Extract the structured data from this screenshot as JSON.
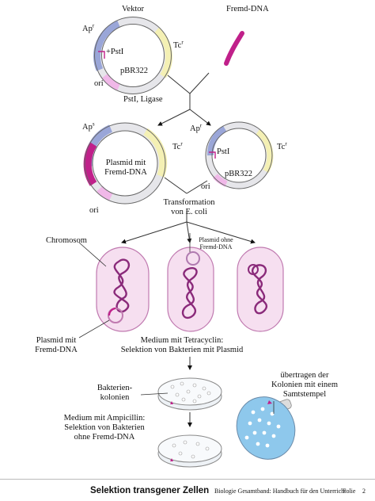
{
  "labels": {
    "vektor": "Vektor",
    "fremd_dna": "Fremd-DNA",
    "ap_r_top": "Ap",
    "ap_r_top_sup": "r",
    "pst1_top": "PstI",
    "tc_r_top": "Tc",
    "tc_r_top_sup": "r",
    "pbr322_top": "pBR322",
    "ori_top": "ori",
    "pst_ligase": "PstI, Ligase",
    "ap_s_left": "Ap",
    "ap_s_left_sup": "s",
    "plasmid_mit_fremd_dna_1": "Plasmid mit",
    "plasmid_mit_fremd_dna_2": "Fremd-DNA",
    "tc_r_left": "Tc",
    "tc_r_left_sup": "r",
    "ori_left": "ori",
    "ap_r_right": "Ap",
    "ap_r_right_sup": "r",
    "tc_r_right": "Tc",
    "tc_r_right_sup": "r",
    "pst1_right": "PstI",
    "pbr322_right": "pBR322",
    "ori_right": "ori",
    "transformation_1": "Transformation",
    "transformation_2": "von E. coli",
    "chromosom": "Chromosom",
    "plasmid_ohne_1": "Plasmid ohne",
    "plasmid_ohne_2": "Fremd-DNA",
    "plasmid_mit_bottom_1": "Plasmid mit",
    "plasmid_mit_bottom_2": "Fremd-DNA",
    "medium_tetra_1": "Medium mit Tetracyclin:",
    "medium_tetra_2": "Selektion von Bakterien mit Plasmid",
    "uebertragen_1": "übertragen der",
    "uebertragen_2": "Kolonien mit einem",
    "uebertragen_3": "Samtstempel",
    "bakterien_1": "Bakterien-",
    "bakterien_2": "kolonien",
    "medium_ampi_1": "Medium mit Ampicillin:",
    "medium_ampi_2": "Selektion von Bakterien",
    "medium_ampi_3": "ohne Fremd-DNA"
  },
  "footer": {
    "title": "Selektion transgener Zellen",
    "source": "Biologie Gesamtband: Handbuch für den Unterricht",
    "folie": "Folie",
    "page": "2"
  },
  "colors": {
    "ap_blue": "#9aa6d8",
    "tc_yellow": "#f4f0b4",
    "ori_pink": "#f0b8e8",
    "insert_magenta": "#c0208a",
    "cell_fill": "#f6dff0",
    "cell_stroke": "#c07ab0",
    "dish_blue": "#8ec8ec"
  }
}
